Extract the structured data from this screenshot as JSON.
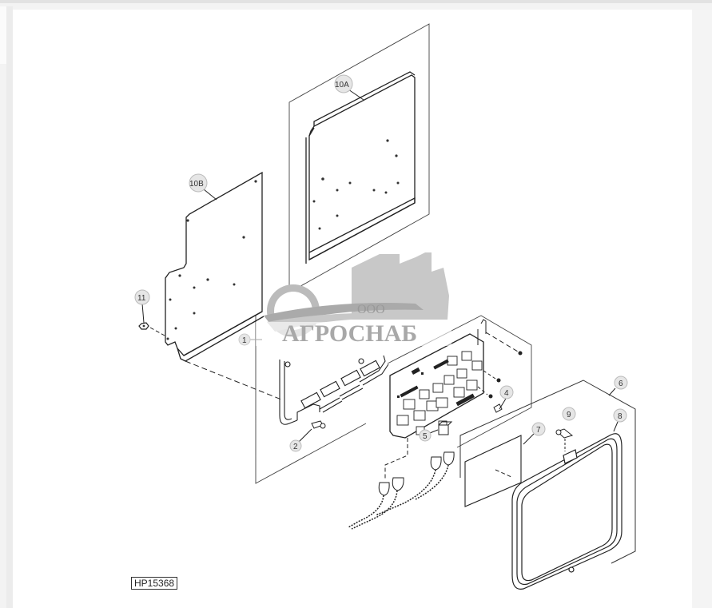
{
  "diagram": {
    "figure_id": "HP15368",
    "callouts": [
      {
        "id": "10A",
        "label": "10A"
      },
      {
        "id": "10B",
        "label": "10B"
      },
      {
        "id": "11",
        "label": "11"
      },
      {
        "id": "1",
        "label": "1"
      },
      {
        "id": "2",
        "label": "2"
      },
      {
        "id": "4",
        "label": "4"
      },
      {
        "id": "5",
        "label": "5"
      },
      {
        "id": "6",
        "label": "6"
      },
      {
        "id": "7",
        "label": "7"
      },
      {
        "id": "8",
        "label": "8"
      },
      {
        "id": "9",
        "label": "9"
      }
    ]
  },
  "watermark": {
    "prefix": "ООО",
    "name": "АГРОСНАБ"
  },
  "colors": {
    "line": "#222222",
    "dashed": "#333333",
    "callout_fill": "#e6e6e6",
    "watermark": "#b4b4b4"
  }
}
